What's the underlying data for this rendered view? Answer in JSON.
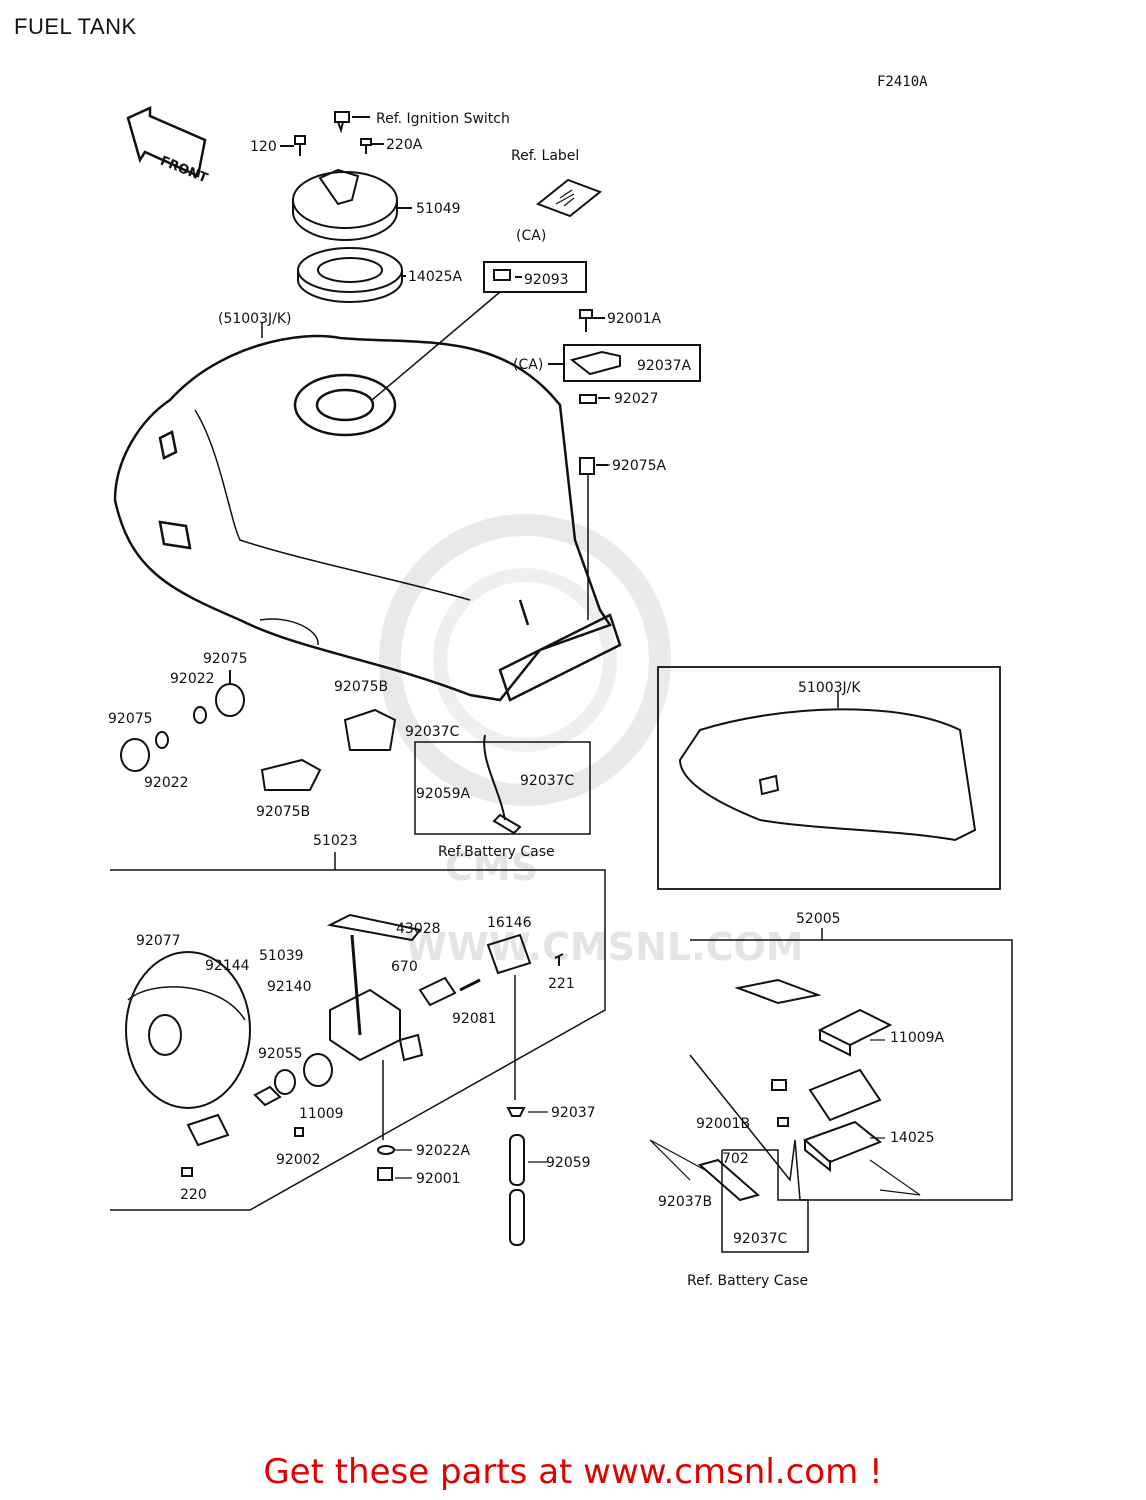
{
  "title": "FUEL TANK",
  "diagram_code": "F2410A",
  "footer": "Get these parts at www.cmsnl.com !",
  "watermark": {
    "brand": "CMS",
    "url": "WWW.CMSNL.COM"
  },
  "front_label": "FRONT",
  "colors": {
    "line": "#111111",
    "footer": "#e00000",
    "watermark": "#cfcfcf"
  },
  "labels": {
    "ref_ignition": "Ref. Ignition Switch",
    "p120": "120",
    "p220A": "220A",
    "ref_label": "Ref. Label",
    "p51049": "51049",
    "ca1": "(CA)",
    "p14025A": "14025A",
    "p92093": "92093",
    "p51003jk_paren": "(51003J/K)",
    "p92001A": "92001A",
    "ca2": "(CA)",
    "p92037A": "92037A",
    "p92027": "92027",
    "p92075A": "92075A",
    "p92075_a": "92075",
    "p92022_a": "92022",
    "p92075_b": "92075",
    "p92022_b": "92022",
    "p92075B_a": "92075B",
    "p92075B_b": "92075B",
    "p92037C_a": "92037C",
    "p92059A": "92059A",
    "p92037C_b": "92037C",
    "ref_battery_1": "Ref.Battery Case",
    "p51003jk": "51003J/K",
    "p51023": "51023",
    "p92077": "92077",
    "p92144": "92144",
    "p92140": "92140",
    "p51039": "51039",
    "p43028": "43028",
    "p670": "670",
    "p16146": "16146",
    "p221": "221",
    "p92081": "92081",
    "p92055": "92055",
    "p11009": "11009",
    "p92002": "92002",
    "p220": "220",
    "p92037": "92037",
    "p92022A": "92022A",
    "p92059": "92059",
    "p92001": "92001",
    "p52005": "52005",
    "p11009A": "11009A",
    "p92001B": "92001B",
    "p14025": "14025",
    "p702": "702",
    "p92037B": "92037B",
    "p92037C_c": "92037C",
    "ref_battery_2": "Ref. Battery Case"
  }
}
